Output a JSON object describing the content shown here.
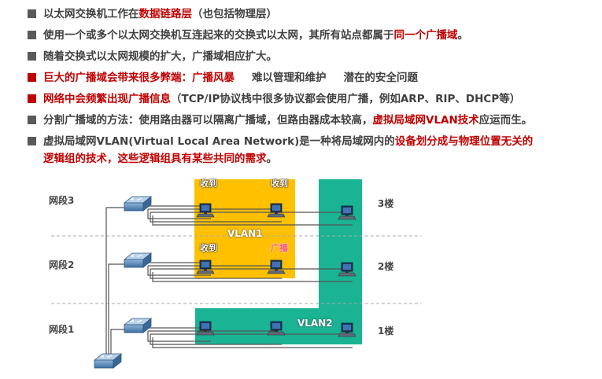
{
  "bullets": [
    {
      "segments": [
        {
          "t": "以太网交换机工作在",
          "c": "dark"
        },
        {
          "t": "数据链路层",
          "c": "red"
        },
        {
          "t": "（也包括物理层）",
          "c": "dark"
        }
      ]
    },
    {
      "segments": [
        {
          "t": "使用一个或多个以太网交换机互连起来的交换式以太网，其所有站点都属于",
          "c": "dark"
        },
        {
          "t": "同一个广播域",
          "c": "red"
        },
        {
          "t": "。",
          "c": "dark"
        }
      ]
    },
    {
      "segments": [
        {
          "t": "随着交换式以太网规模的扩大，广播域相应扩大。",
          "c": "dark"
        }
      ]
    },
    {
      "segments": [
        {
          "t": "巨大的广播域会带来很多弊端：",
          "c": "red"
        },
        {
          "t": "广播风暴",
          "c": "red"
        },
        {
          "t": "难以管理和维护",
          "c": "dark",
          "gapBefore": true
        },
        {
          "t": "潜在的安全问题",
          "c": "dark",
          "gapBefore": true
        }
      ]
    },
    {
      "segments": [
        {
          "t": "网络中会频繁出现广播信息",
          "c": "red"
        },
        {
          "t": "（TCP/IP协议栈中很多协议都会使用广播，例如ARP、RIP、DHCP等）",
          "c": "dark"
        }
      ]
    },
    {
      "segments": [
        {
          "t": "分割广播域的方法：使用路由器可以隔离广播域，但路由器成本较高，",
          "c": "dark"
        },
        {
          "t": "虚拟局域网VLAN技术",
          "c": "red"
        },
        {
          "t": "应运而生。",
          "c": "dark"
        }
      ]
    },
    {
      "segments": [
        {
          "t": "虚拟局域网VLAN(Virtual Local Area Network)是一种将局域网内的",
          "c": "dark"
        },
        {
          "t": "设备划分成与物理位置无关的",
          "c": "red"
        }
      ],
      "line2": [
        {
          "t": "逻辑组的技术，这些逻辑组具有某些共同的需求",
          "c": "red"
        },
        {
          "t": "。",
          "c": "dark"
        }
      ]
    }
  ],
  "diagram": {
    "segments": [
      "网段3",
      "网段2",
      "网段1"
    ],
    "floors": [
      "3楼",
      "2楼",
      "1楼"
    ],
    "vlans": [
      "VLAN1",
      "VLAN2"
    ],
    "tags": {
      "r3_a": "收到",
      "r3_b": "收到",
      "r2_a": "收到",
      "r2_b": "广播"
    },
    "colors": {
      "vlan1": "#ffc000",
      "vlan2": "#1ab394",
      "cable": "#5a5a5a"
    }
  }
}
